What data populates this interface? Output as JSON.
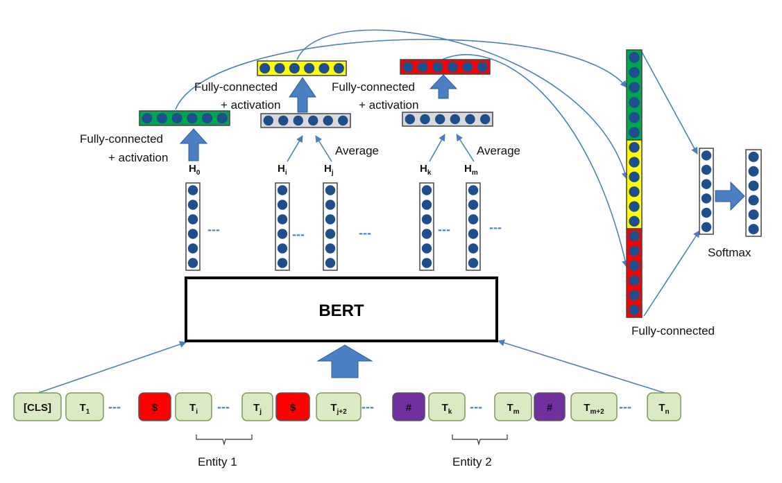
{
  "bert_label": "BERT",
  "tokens": [
    {
      "text": "[CLS]",
      "sub": "",
      "kind": "plain"
    },
    {
      "text": "T",
      "sub": "1",
      "kind": "plain"
    },
    {
      "text": "---",
      "sub": "",
      "kind": "dash"
    },
    {
      "text": "$",
      "sub": "",
      "kind": "marker1"
    },
    {
      "text": "T",
      "sub": "i",
      "kind": "plain"
    },
    {
      "text": "---",
      "sub": "",
      "kind": "dash"
    },
    {
      "text": "T",
      "sub": "j",
      "kind": "plain"
    },
    {
      "text": "$",
      "sub": "",
      "kind": "marker1"
    },
    {
      "text": "T",
      "sub": "j+2",
      "kind": "plain"
    },
    {
      "text": "---",
      "sub": "",
      "kind": "dash"
    },
    {
      "text": "#",
      "sub": "",
      "kind": "marker2"
    },
    {
      "text": "T",
      "sub": "k",
      "kind": "plain"
    },
    {
      "text": "---",
      "sub": "",
      "kind": "dash"
    },
    {
      "text": "T",
      "sub": "m",
      "kind": "plain"
    },
    {
      "text": "#",
      "sub": "",
      "kind": "marker2"
    },
    {
      "text": "T",
      "sub": "m+2",
      "kind": "plain"
    },
    {
      "text": "---",
      "sub": "",
      "kind": "dash"
    },
    {
      "text": "T",
      "sub": "n",
      "kind": "plain"
    }
  ],
  "entities": [
    "Entity 1",
    "Entity 2"
  ],
  "hidden_labels": [
    {
      "text": "H",
      "sub": "0"
    },
    {
      "text": "H",
      "sub": "i"
    },
    {
      "text": "H",
      "sub": "j"
    },
    {
      "text": "H",
      "sub": "k"
    },
    {
      "text": "H",
      "sub": "m"
    }
  ],
  "dash_text": "---",
  "fc_activation_label": [
    "Fully-connected",
    "+ activation"
  ],
  "average_label": "Average",
  "fully_connected_label": "Fully-connected",
  "softmax_label": "Softmax",
  "colors": {
    "token_fill": "#dbe9c5",
    "token_stroke": "#7a9a5a",
    "marker1": "#ff0000",
    "marker2": "#7030a0",
    "dot": "#1f4e8c",
    "green": "#00a550",
    "yellow": "#ffff00",
    "red": "#ff0000",
    "gray": "#d9d9d9",
    "arrow": "#4a7fc1",
    "line": "#4a7fc1"
  }
}
